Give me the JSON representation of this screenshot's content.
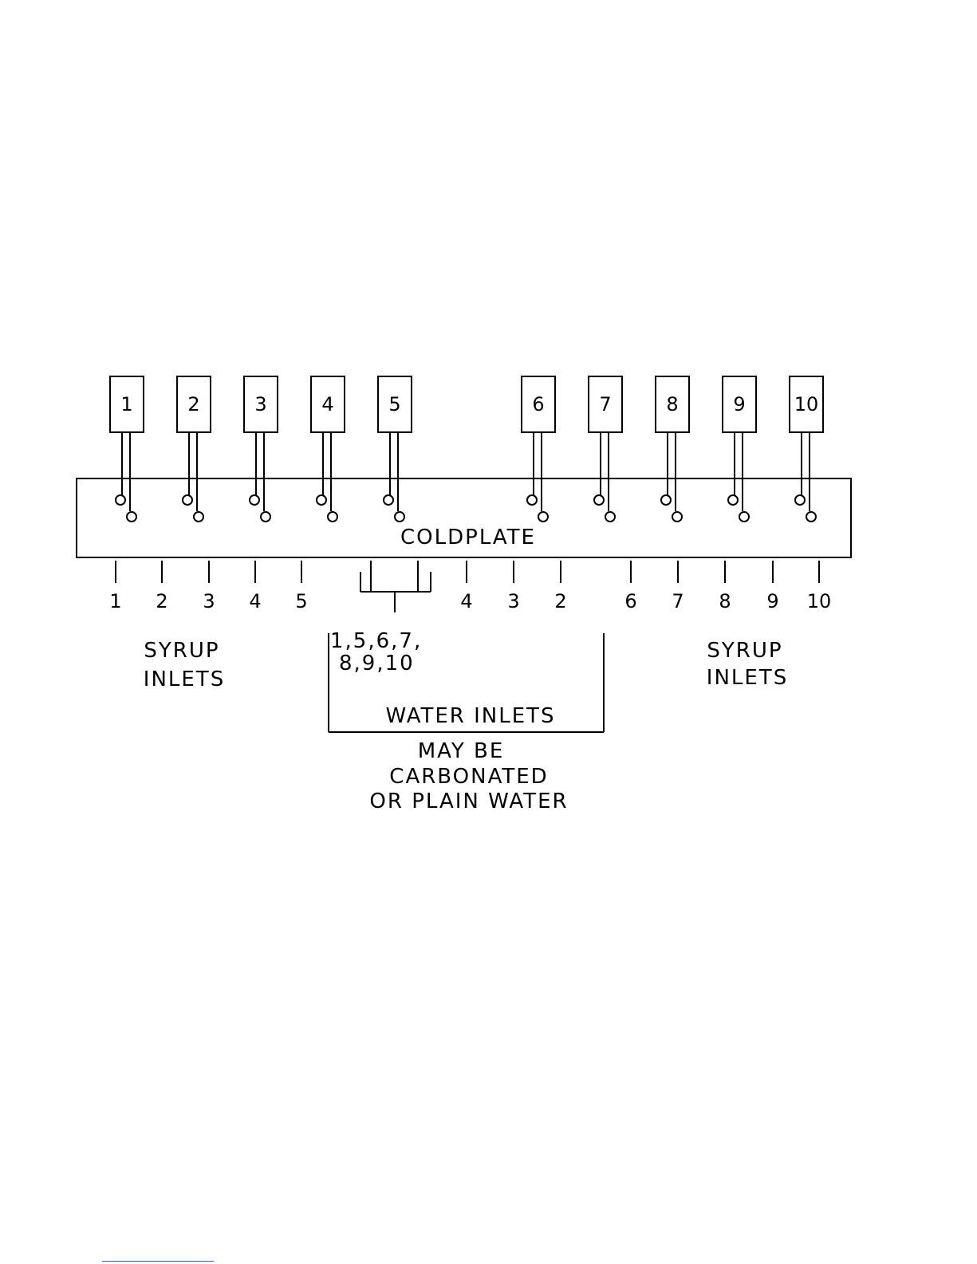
{
  "diagram": {
    "coldplate_label": "COLDPLATE",
    "valves": [
      "1",
      "2",
      "3",
      "4",
      "5",
      "6",
      "7",
      "8",
      "9",
      "10"
    ],
    "left_inlet_numbers": [
      "1",
      "2",
      "3",
      "4",
      "5"
    ],
    "middle_inlet_numbers": [
      "4",
      "3",
      "2"
    ],
    "right_inlet_numbers": [
      "6",
      "7",
      "8",
      "9",
      "10"
    ],
    "syrup_inlets_left": [
      "SYRUP",
      "INLETS"
    ],
    "syrup_inlets_right": [
      "SYRUP",
      "INLETS"
    ],
    "water_valves_lines": [
      "1,5,6,7,",
      "8,9,10"
    ],
    "water_inlets_label": "WATER INLETS",
    "water_note_lines": [
      "MAY BE",
      "CARBONATED",
      "OR PLAIN WATER"
    ]
  }
}
